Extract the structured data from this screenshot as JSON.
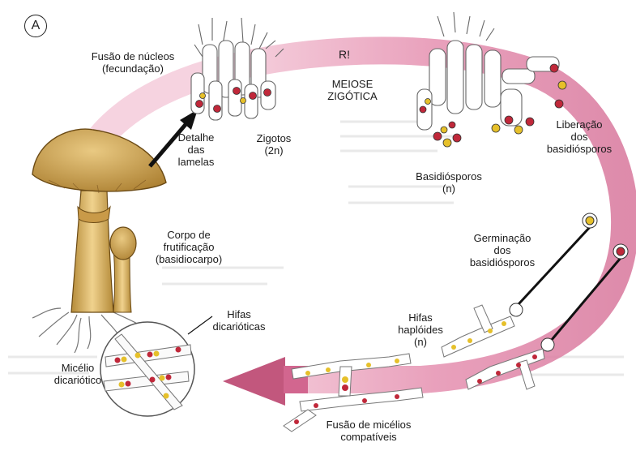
{
  "panel_letter": "A",
  "cycle": {
    "ri": "R!",
    "meiosis": [
      "MEIOSE",
      "ZIGÓTICA"
    ]
  },
  "labels": {
    "fusion_nuclei": [
      "Fusão de núcleos",
      "(fecundação)"
    ],
    "lamellae_detail": [
      "Detalhe",
      "das",
      "lamelas"
    ],
    "zygotes": [
      "Zigotos",
      "(2n)"
    ],
    "basidiospores": [
      "Basidiósporos",
      "(n)"
    ],
    "release": [
      "Liberação",
      "dos",
      "basidiósporos"
    ],
    "germination": [
      "Germinação",
      "dos",
      "basidiósporos"
    ],
    "fruiting_body": [
      "Corpo de",
      "frutificação",
      "(basidiocarpo)"
    ],
    "dikaryotic_hyphae": [
      "Hifas",
      "dicarióticas"
    ],
    "haploid_hyphae": [
      "Hifas",
      "haplóides",
      "(n)"
    ],
    "dikaryotic_mycelium": [
      "Micélio",
      "dicariótico"
    ],
    "mycelia_fusion": [
      "Fusão de micélios",
      "compatíveis"
    ]
  },
  "colors": {
    "cycle_ring": "#e8a0b8",
    "cycle_ring_dark": "#c2577d",
    "mushroom_cap": "#c9a04a",
    "mushroom_stem": "#dcb45e",
    "nucleus_red": "#c0283a",
    "nucleus_yellow": "#e6c02a"
  }
}
